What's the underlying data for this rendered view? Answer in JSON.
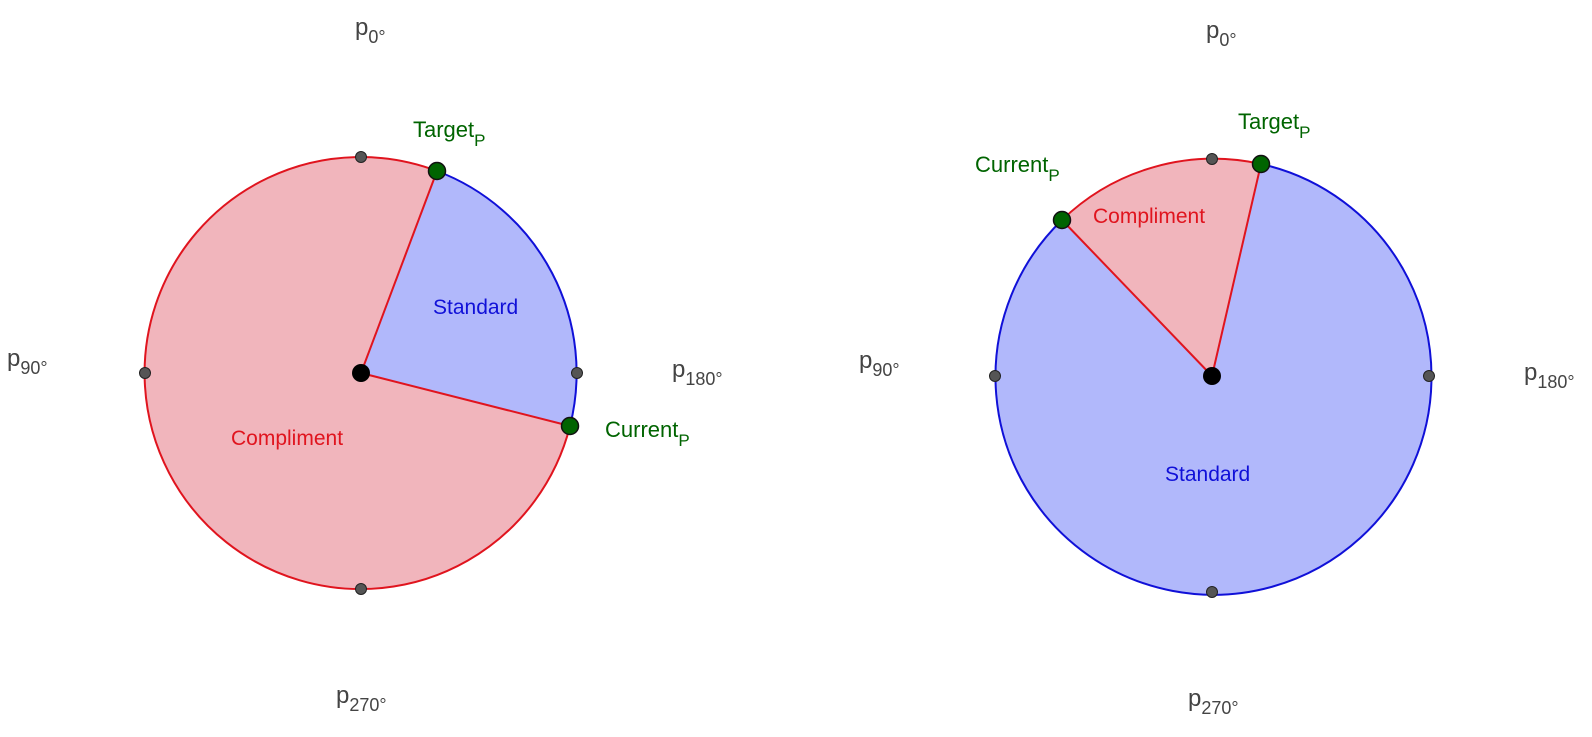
{
  "colors": {
    "compliment_fill": "#f1b5bc",
    "compliment_stroke": "#e0141e",
    "standard_fill": "#b1b8fb",
    "standard_stroke": "#1010d8",
    "point_fill": "#006400",
    "axis_label": "#444444",
    "tick_fill": "#555555",
    "center_fill": "#000000"
  },
  "axis_labels": {
    "top": {
      "base": "p",
      "sub": "0°"
    },
    "left": {
      "base": "p",
      "sub": "90°"
    },
    "right": {
      "base": "p",
      "sub": "180°"
    },
    "bottom": {
      "base": "p",
      "sub": "270°"
    }
  },
  "diagrams": [
    {
      "id": "left",
      "target": {
        "base": "Target",
        "sub": "P"
      },
      "current": {
        "base": "Current",
        "sub": "P"
      },
      "standard_label": "Standard",
      "compliment_label": "Compliment"
    },
    {
      "id": "right",
      "target": {
        "base": "Target",
        "sub": "P"
      },
      "current": {
        "base": "Current",
        "sub": "P"
      },
      "standard_label": "Standard",
      "compliment_label": "Compliment"
    }
  ]
}
